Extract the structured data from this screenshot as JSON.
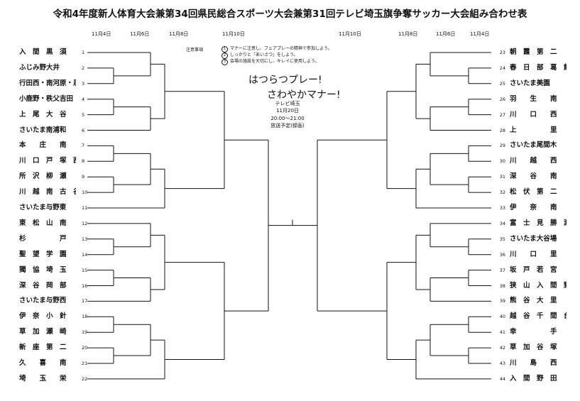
{
  "title": "令和4年度新人体育大会兼第34回県民総合スポーツ大会兼第31回テレビ埼玉旗争奪サッカー大会組み合わせ表",
  "dates_left": [
    "11月4日",
    "11月6日",
    "11月8日",
    "11月10日"
  ],
  "dates_right": [
    "11月10日",
    "11月8日",
    "11月6日",
    "11月4日"
  ],
  "notes": {
    "label": "注意事項",
    "items": [
      {
        "mark": "1",
        "text": "マナーに注意し、フェアプレーの精神で参加しよう。"
      },
      {
        "mark": "2",
        "text": "しっかりと「あいさつ」をしよう。"
      },
      {
        "mark": "3",
        "text": "会場の施設を大切にし、キレイに使用しよう。"
      }
    ]
  },
  "slogan": {
    "line1": "はつらつプレー!",
    "line2": "さわやかマナー!"
  },
  "broadcast": {
    "station": "テレビ埼玉",
    "date": "11月20日",
    "time": "20:00〜21:00",
    "note": "放送予定(録画)"
  },
  "left_teams": [
    {
      "no": "1",
      "name": "入　間　黒　須"
    },
    {
      "no": "2",
      "name": "ふじみ野大井"
    },
    {
      "no": "3",
      "name": "行田西・南河原・忍"
    },
    {
      "no": "4",
      "name": "小鹿野・秩父吉田"
    },
    {
      "no": "5",
      "name": "上　尾　大　谷"
    },
    {
      "no": "6",
      "name": "さいたま南浦和"
    },
    {
      "no": "7",
      "name": "本　　庄　　南"
    },
    {
      "no": "8",
      "name": "川　口　戸　塚　西"
    },
    {
      "no": "9",
      "name": "所　沢　柳　瀬"
    },
    {
      "no": "10",
      "name": "川　越　南　古　谷"
    },
    {
      "no": "11",
      "name": "さいたま与野東"
    },
    {
      "no": "12",
      "name": "東　松　山　南"
    },
    {
      "no": "13",
      "name": "杉　　　　　戸"
    },
    {
      "no": "14",
      "name": "聖　望　学　園"
    },
    {
      "no": "15",
      "name": "獨　協　埼　玉"
    },
    {
      "no": "16",
      "name": "深　谷　岡　部"
    },
    {
      "no": "17",
      "name": "さいたま与野西"
    },
    {
      "no": "18",
      "name": "伊　奈　小　針"
    },
    {
      "no": "19",
      "name": "草　加　瀬　崎"
    },
    {
      "no": "20",
      "name": "新　座　第　二"
    },
    {
      "no": "21",
      "name": "久　　喜　　南"
    },
    {
      "no": "22",
      "name": "埼　　玉　　栄"
    }
  ],
  "right_teams": [
    {
      "no": "23",
      "name": "朝　霞　第　二"
    },
    {
      "no": "24",
      "name": "春　日　部　葛　飾"
    },
    {
      "no": "25",
      "name": "さいたま美園"
    },
    {
      "no": "26",
      "name": "羽　　生　　南"
    },
    {
      "no": "27",
      "name": "川　　口　　西"
    },
    {
      "no": "28",
      "name": "上　　　　　里"
    },
    {
      "no": "29",
      "name": "さいたま尾間木"
    },
    {
      "no": "30",
      "name": "川　　越　　西"
    },
    {
      "no": "31",
      "name": "深　　谷　　南"
    },
    {
      "no": "32",
      "name": "松　伏　第　二"
    },
    {
      "no": "33",
      "name": "伊　　奈　　南"
    },
    {
      "no": "34",
      "name": "富　士　見　勝　瀬"
    },
    {
      "no": "35",
      "name": "さいたま大谷場"
    },
    {
      "no": "36",
      "name": "川　　口　　里"
    },
    {
      "no": "37",
      "name": "坂　戸　若　宮"
    },
    {
      "no": "38",
      "name": "狭　山　入　間　野"
    },
    {
      "no": "39",
      "name": "熊　谷　大　里"
    },
    {
      "no": "40",
      "name": "越　谷　千　間　台"
    },
    {
      "no": "41",
      "name": "幸　　　　　手"
    },
    {
      "no": "42",
      "name": "草　加　谷　塚"
    },
    {
      "no": "43",
      "name": "川　　島　　西"
    },
    {
      "no": "44",
      "name": "入　間　野　田"
    }
  ]
}
